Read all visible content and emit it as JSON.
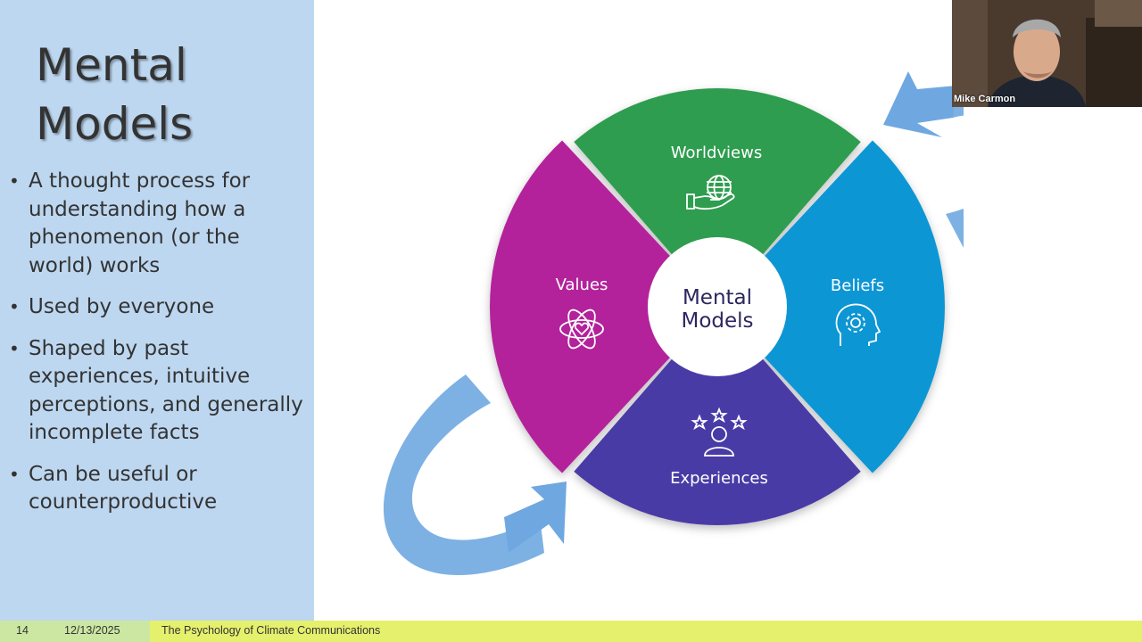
{
  "slide": {
    "title_line1": "Mental",
    "title_line2": "Models",
    "bullets": [
      "A thought process for understanding how a phenomenon (or the world) works",
      "Used by everyone",
      "Shaped by past experiences, intuitive perceptions, and generally incomplete facts",
      "Can be useful or counterproductive"
    ],
    "bullet_glyph": "•"
  },
  "diagram": {
    "center_line1": "Mental",
    "center_line2": "Models",
    "segments": [
      {
        "label": "Worldviews",
        "icon": "globe-in-hand-icon",
        "color": "#2e9d4f"
      },
      {
        "label": "Beliefs",
        "icon": "head-with-gear-icon",
        "color": "#0a96d4"
      },
      {
        "label": "Experiences",
        "icon": "person-with-stars-icon",
        "color": "#4a3aa6"
      },
      {
        "label": "Values",
        "icon": "atom-heart-icon",
        "color": "#b3229b"
      }
    ],
    "arrow_color": "#6fa8e0"
  },
  "footer": {
    "slide_number": "14",
    "date": "12/13/2025",
    "title": "The Psychology of Climate Communications"
  },
  "video": {
    "participant_name": "Mike Carmon"
  }
}
